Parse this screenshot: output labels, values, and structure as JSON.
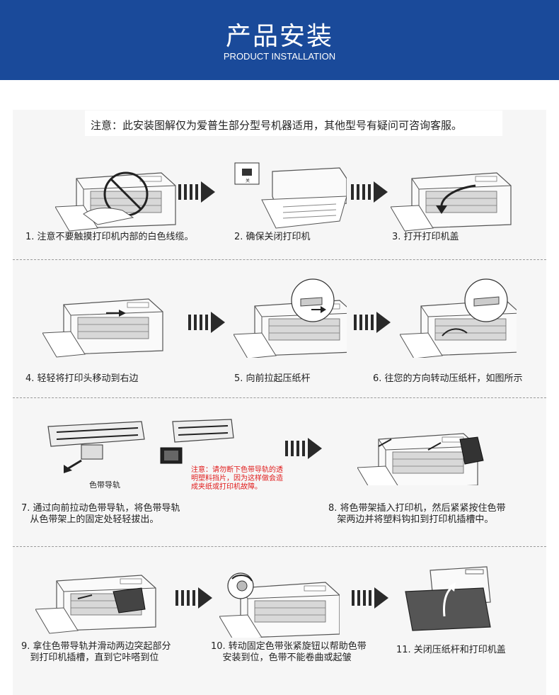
{
  "header": {
    "title": "产品安装",
    "subtitle": "PRODUCT INSTALLATION",
    "bg_color": "#1a4a9a"
  },
  "notice": "注意：此安装图解仅为爱普生部分型号机器适用，其他型号有疑问可咨询客服。",
  "steps": [
    {
      "label": "1. 注意不要触摸打印机内部的白色线缆。"
    },
    {
      "label": "2. 确保关闭打印机"
    },
    {
      "label": "3. 打开打印机盖"
    },
    {
      "label": "4. 轻轻将打印头移动到右边"
    },
    {
      "label": "5. 向前拉起压纸杆"
    },
    {
      "label": "6. 往您的方向转动压纸杆，如图所示"
    },
    {
      "label": "7. 通过向前拉动色带导轨，将色带导轨\n   从色带架上的固定处轻轻拔出。"
    },
    {
      "label": "8. 将色带架插入打印机，然后紧紧按住色带\n   架两边并将塑料钩扣到打印机插槽中。"
    },
    {
      "label": "9. 拿住色带导轨并滑动两边突起部分\n   到打印机插槽，直到它咔嗒到位"
    },
    {
      "label": "10. 转动固定色带张紧旋钮以帮助色带\n    安装到位，色带不能卷曲或起皱"
    },
    {
      "label": "11. 关闭压纸杆和打印机盖"
    }
  ],
  "ribbon_label": "色带导轨",
  "warning": "注意：请勿断下色带导轨的透\n明塑料挡片，因为这样做会造\n成夹纸或打印机故障。",
  "switch_label": "关",
  "icons": [
    "printer-icon",
    "arrow-right-icon",
    "no-touch-icon",
    "ribbon-cartridge-icon",
    "knob-icon",
    "rotate-arrow-icon"
  ],
  "colors": {
    "warning": "#e01a1a",
    "arrow": "#2a2a2a",
    "panel": "#f6f6f6"
  }
}
